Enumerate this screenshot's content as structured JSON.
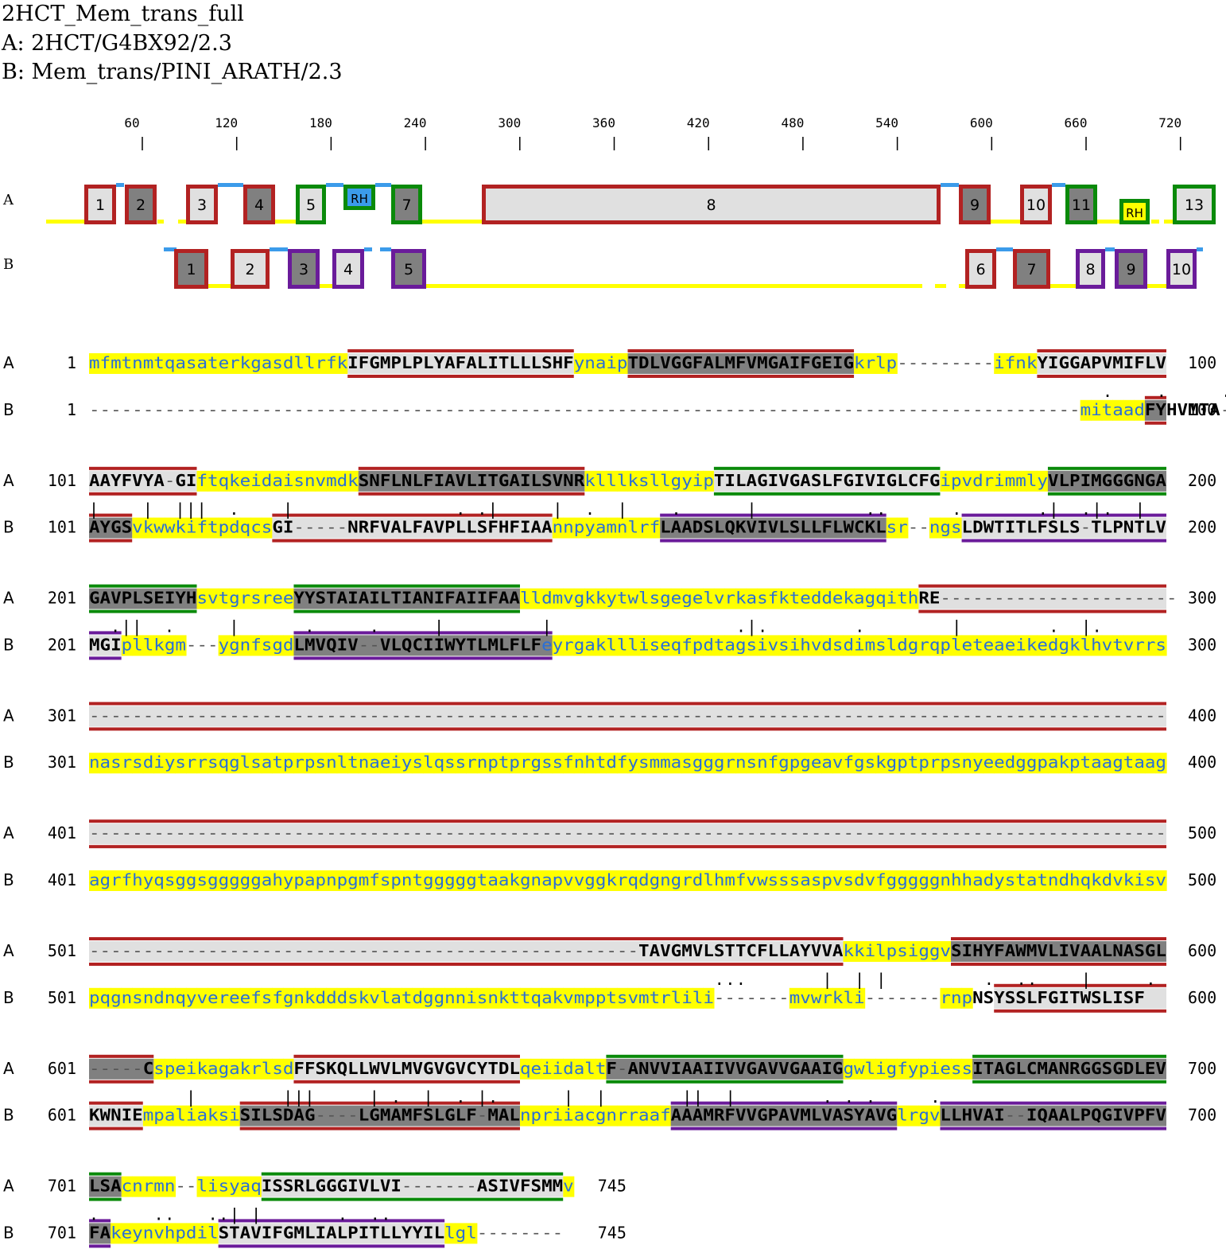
{
  "header": {
    "title": "2HCT_Mem_trans_full",
    "seq_a": "A: 2HCT/G4BX92/2.3",
    "seq_b": "B: Mem_trans/PINI_ARATH/2.3"
  },
  "scale_ticks": [
    "60",
    "120",
    "180",
    "240",
    "300",
    "360",
    "420",
    "480",
    "540",
    "600",
    "660",
    "720"
  ],
  "topology": {
    "A": {
      "label": "A",
      "segments": [
        {
          "label": "1",
          "shade": "light",
          "border": "red"
        },
        {
          "label": "2",
          "shade": "dark",
          "border": "red"
        },
        {
          "label": "3",
          "shade": "light",
          "border": "red"
        },
        {
          "label": "4",
          "shade": "dark",
          "border": "red"
        },
        {
          "label": "5",
          "shade": "light",
          "border": "green"
        },
        {
          "label": "RH",
          "shade": "blue",
          "border": "green"
        },
        {
          "label": "7",
          "shade": "dark",
          "border": "green"
        },
        {
          "label": "8",
          "shade": "light",
          "border": "red"
        },
        {
          "label": "9",
          "shade": "dark",
          "border": "red"
        },
        {
          "label": "10",
          "shade": "light",
          "border": "red"
        },
        {
          "label": "11",
          "shade": "dark",
          "border": "green"
        },
        {
          "label": "RH",
          "shade": "yellow",
          "border": "green"
        },
        {
          "label": "13",
          "shade": "light",
          "border": "green"
        }
      ]
    },
    "B": {
      "label": "B",
      "segments": [
        {
          "label": "1",
          "shade": "dark",
          "border": "red"
        },
        {
          "label": "2",
          "shade": "light",
          "border": "red"
        },
        {
          "label": "3",
          "shade": "dark",
          "border": "purple"
        },
        {
          "label": "4",
          "shade": "light",
          "border": "purple"
        },
        {
          "label": "5",
          "shade": "dark",
          "border": "purple"
        },
        {
          "label": "6",
          "shade": "light",
          "border": "red"
        },
        {
          "label": "7",
          "shade": "dark",
          "border": "red"
        },
        {
          "label": "8",
          "shade": "light",
          "border": "purple"
        },
        {
          "label": "9",
          "shade": "dark",
          "border": "purple"
        },
        {
          "label": "10",
          "shade": "light",
          "border": "purple"
        }
      ]
    }
  },
  "colors": {
    "loop": "#ffff00",
    "reentrant": "#3b9bea",
    "tm_light": "#e0e0e0",
    "tm_dark": "#808080",
    "border_red": "#b22222",
    "border_green": "#0a8a0a",
    "border_purple": "#6a1b9a"
  },
  "alignment": [
    {
      "a_label": "A",
      "b_label": "B",
      "a_start": "1",
      "b_start": "1",
      "a_end": "100",
      "b_end": "100",
      "a_seq": "mfmtnmtqasaterkgasdllrfkIFGMPLPLYAFALITLLLSHFynaipTDLVGGFALMFVMGAIFGEIGkrlp---------ifnkYIGGAPVMIFLV",
      "match": "                                                                                              .    .     .  ..",
      "b_seq": "--------------------------------------------------------------------------------------------mitaadFYHVMTA-MV-PLYVAMIL"
    },
    {
      "a_label": "A",
      "b_label": "B",
      "a_start": "101",
      "b_start": "101",
      "a_end": "200",
      "b_end": "200",
      "a_seq": "AAYFVYA-GIftqkeidaisnvmdkSNFLNLFIAVLITGAILSVNRklllksllgyipTILAGIVGASLFGIVIGLCFGipvdrimmlyVLPIMGGGNGA",
      "match": "|    |  |||  .    |               . .|     |  .  |    .      |          ..      .       .|  .|.  |",
      "b_seq": "AYGSvkwwkiftpdqcsGI-----NRFVALFAVPLLSFHFIAAnnpyamnlrfLAADSLQKVIVLSLLFLWCKLsr--ngsLDWTITLFSLS-TLPNTLV"
    },
    {
      "a_label": "A",
      "b_label": "B",
      "a_start": "201",
      "b_start": "201",
      "a_end": "300",
      "b_end": "300",
      "a_seq": "GAVPLSEIYHsvtgrsreeYYSTAIAILTIANIFAIIFAAlldmvgkkytwlsgegelvrkasfkteddekagqithRE----------------------",
      "match": "  .||  .     |      .     .     |         |                 .|.        .        |        .  |.",
      "b_seq": "MGIpllkgm---ygnfsgdLMVQIV--VLQCIIWYTLMLFLFeyrgakllliseqfpdtagsivsihvdsdimsldgrqpleteaeikedgklhvtvrrs"
    },
    {
      "a_label": "A",
      "b_label": "B",
      "a_start": "301",
      "b_start": "301",
      "a_end": "400",
      "b_end": "400",
      "a_seq": "----------------------------------------------------------------------------------------------------",
      "match": "",
      "b_seq": "nasrsdiysrrsqglsatprpsnltnaeiyslqssrnptprgssfnhtdfysmmasgggrnsnfgpgeavfgskgptprpsnyeedggpakptaagtaag"
    },
    {
      "a_label": "A",
      "b_label": "B",
      "a_start": "401",
      "b_start": "401",
      "a_end": "500",
      "b_end": "500",
      "a_seq": "----------------------------------------------------------------------------------------------------",
      "match": "",
      "b_seq": "agrfhyqsggsgggggahypapnpgmfspntgggggtaakgnapvvggkrqdgngrdlhmfvwsssaspvsdvfgggggnhhadystatndhqkdvkisv"
    },
    {
      "a_label": "A",
      "b_label": "B",
      "a_start": "501",
      "b_start": "501",
      "a_end": "600",
      "b_end": "600",
      "a_seq": "---------------------------------------------------TAVGMVLSTTCFLLAYVVAkkilpsiggvSIHYFAWMVLIVAALNASGL",
      "match": "                                                          ...       |  | |         .  ..    |     .",
      "b_seq": "pqgnsndnqyvereefsfgnkdddskvlatdggnnisnkttqakvmpptsvmtrlili-------mvwrkli-------rnpNSYSSLFGITWSLISF"
    },
    {
      "a_label": "A",
      "b_label": "B",
      "a_start": "601",
      "b_start": "601",
      "a_end": "700",
      "b_end": "700",
      "a_seq": "-----CspeikagakrlsdFFSKQLLWVLMVGVGVCYTDLqeiidaltF-ANVVIAAIIVVGAVVGAAIGgwligfypiessITAGLCMANRGGSGDLEV",
      "match": "         |        |||     | .  |  . |.      |  |       ||  |        . . .     .",
      "b_seq": "KWNIEmpaliaksiSILSDAG----LGMAMFSLGLF-MALnpriiacgnrraafAAAMRFVVGPAVMLVASYAVGlrgvLLHVAI--IQAALPQGIVPFV"
    },
    {
      "a_label": "A",
      "b_label": "B",
      "a_start": "701",
      "b_start": "701",
      "a_end": "745",
      "b_end": "745",
      "a_seq": "LSAcnrmn--lisyaqISSRLGGGIVLVI-------ASIVFSMMv",
      "match": ".     ..   ..| |       .  ..",
      "b_seq": "FAkeynvhpdilSTAVIFGMLIALPITLLYYILlgl--------"
    }
  ]
}
